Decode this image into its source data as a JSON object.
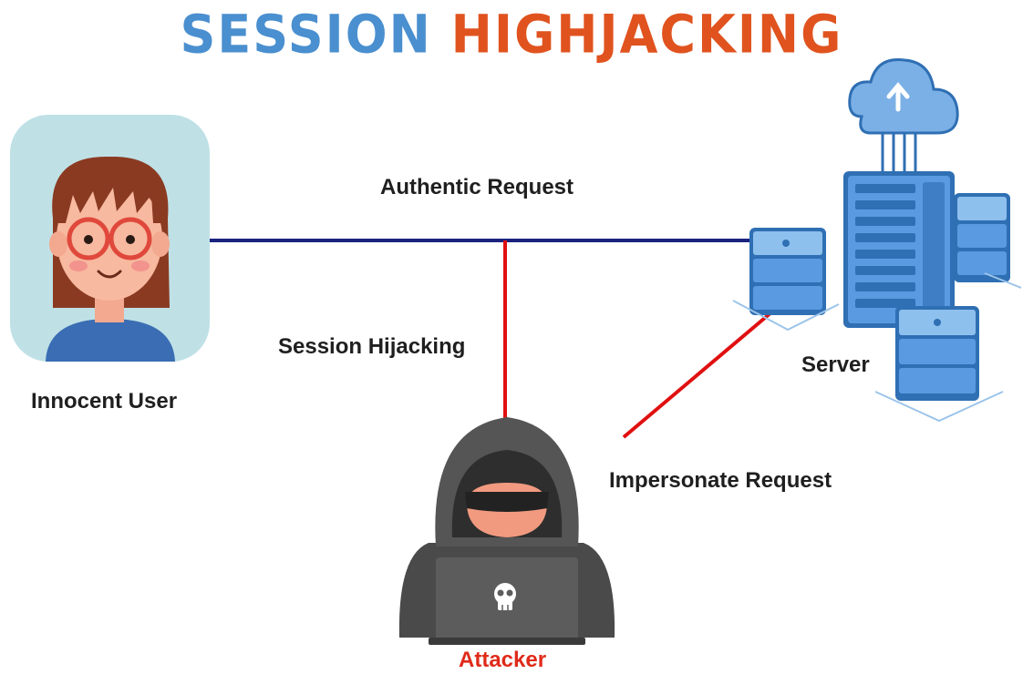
{
  "title": {
    "word1": "SESSION",
    "word2": "HIGHJACKING"
  },
  "labels": {
    "authentic_request": "Authentic Request",
    "session_hijacking": "Session Hijacking",
    "server": "Server",
    "innocent_user": "Innocent User",
    "impersonate_request": "Impersonate Request",
    "attacker": "Attacker"
  },
  "colors": {
    "title_word1": "#4a8fcf",
    "title_word2": "#e0531f",
    "attacker_label": "#e02a1a",
    "authentic_line": "#1a237e",
    "attack_line": "#e01010"
  },
  "icons": {
    "user": "woman-user-icon",
    "server": "server-cloud-icon",
    "attacker": "hooded-hacker-icon",
    "skull": "skull-icon"
  }
}
